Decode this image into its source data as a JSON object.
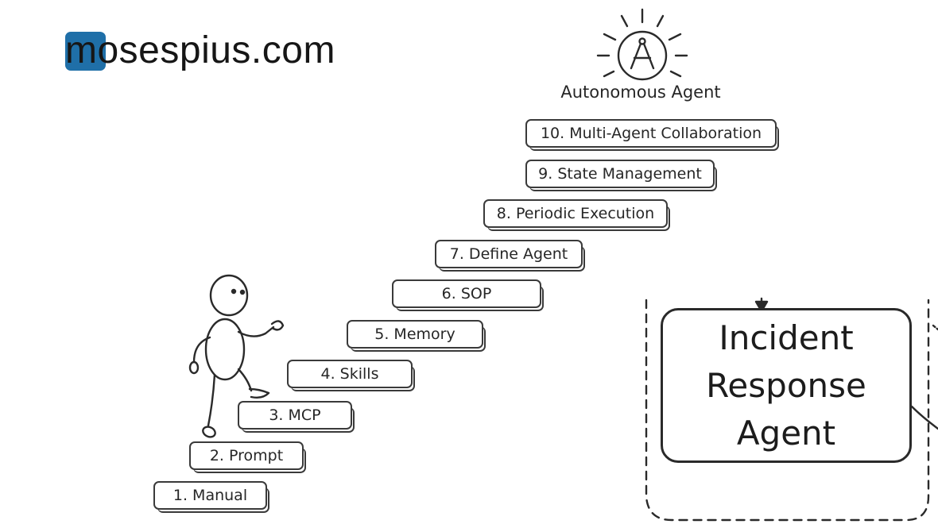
{
  "brand": {
    "logo_text": "mosespius.com",
    "accent": "#1f6fa8"
  },
  "top_label": "Autonomous Agent",
  "icon": "compass-lightbulb-icon",
  "steps": [
    "1. Manual",
    "2. Prompt",
    "3. MCP",
    "4. Skills",
    "5. Memory",
    "6. SOP",
    "7. Define Agent",
    "8. Periodic Execution",
    "9. State Management",
    "10. Multi-Agent Collaboration"
  ],
  "incident_box": {
    "line1": "Incident",
    "line2": "Response",
    "line3": "Agent"
  }
}
